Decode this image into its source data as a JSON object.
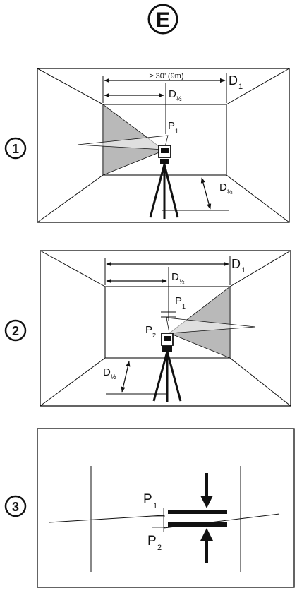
{
  "header": {
    "letter": "E"
  },
  "steps": [
    {
      "number": "1",
      "labels": {
        "distance": "≥ 30’ (9m)",
        "d1": "D",
        "d1_sub": "1",
        "dhalf": "D",
        "dhalf_sub": "½",
        "p1": "P",
        "p1_sub": "1",
        "dhalf_vert": "D",
        "dhalf_vert_sub": "½"
      }
    },
    {
      "number": "2",
      "labels": {
        "d1": "D",
        "d1_sub": "1",
        "dhalf": "D",
        "dhalf_sub": "½",
        "p1": "P",
        "p1_sub": "1",
        "p2": "P",
        "p2_sub": "2",
        "dhalf_vert": "D",
        "dhalf_vert_sub": "½"
      }
    },
    {
      "number": "3",
      "labels": {
        "p1": "P",
        "p1_sub": "1",
        "p2": "P",
        "p2_sub": "2"
      }
    }
  ],
  "colors": {
    "line": "#111111",
    "shade": "#b9b9b9",
    "background": "#ffffff"
  }
}
